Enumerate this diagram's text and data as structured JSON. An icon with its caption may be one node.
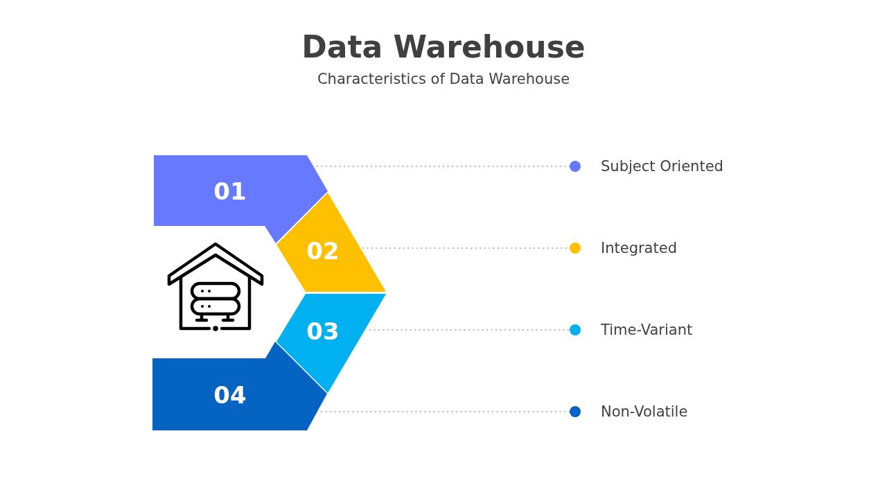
{
  "diagram": {
    "title": "Data Warehouse",
    "caption": "Characteristics of Data Warehouse",
    "nodes": [
      {
        "text": [
          "01"
        ]
      },
      {
        "text": [
          "02"
        ]
      },
      {
        "text": [
          "03"
        ]
      },
      {
        "text": [
          "04"
        ]
      },
      {
        "text": [
          "Subject Oriented"
        ]
      },
      {
        "text": [
          "Integrated"
        ]
      },
      {
        "text": [
          "Time-Variant"
        ]
      },
      {
        "text": [
          "Non-Volatile"
        ]
      }
    ],
    "edges": [
      {
        "from": 0,
        "to": 4,
        "arrow": "other",
        "style": "dashed"
      },
      {
        "from": 1,
        "to": 5,
        "arrow": "other",
        "style": "dashed"
      },
      {
        "from": 2,
        "to": 6,
        "arrow": "other",
        "style": "dashed"
      },
      {
        "from": 3,
        "to": 7,
        "arrow": "other",
        "style": "dashed"
      }
    ]
  }
}
